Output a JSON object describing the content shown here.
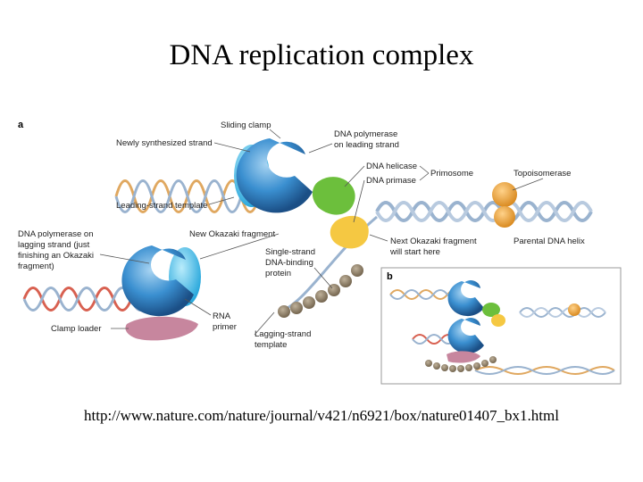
{
  "slide": {
    "title": "DNA replication complex",
    "url": "http://www.nature.com/nature/journal/v421/n6921/box/nature01407_bx1.html"
  },
  "figure": {
    "panel_a": "a",
    "panel_b": "b",
    "labels": {
      "sliding_clamp": "Sliding clamp",
      "newly_synthesized": "Newly synthesized strand",
      "pol_leading_1": "DNA polymerase",
      "pol_leading_2": "on leading strand",
      "helicase": "DNA helicase",
      "primase": "DNA primase",
      "primosome": "Primosome",
      "topoisomerase": "Topoisomerase",
      "leading_template": "Leading-strand template",
      "pol_lagging_1": "DNA polymerase on",
      "pol_lagging_2": "lagging strand (just",
      "pol_lagging_3": "finishing an Okazaki",
      "pol_lagging_4": "fragment)",
      "new_okazaki": "New Okazaki fragment",
      "next_okazaki_1": "Next Okazaki fragment",
      "next_okazaki_2": "will start here",
      "parental_helix": "Parental DNA helix",
      "ssb_1": "Single-strand",
      "ssb_2": "DNA-binding",
      "ssb_3": "protein",
      "clamp_loader": "Clamp loader",
      "rna_1": "RNA",
      "rna_2": "primer",
      "lagging_template_1": "Lagging-strand",
      "lagging_template_2": "template"
    },
    "colors": {
      "polymerase": "#3a8fd0",
      "helicase": "#6cbf3c",
      "primase": "#f5c842",
      "topoisomerase": "#e8a030",
      "clamp_loader": "#c7869e",
      "ssb": "#8a7a62",
      "dna_strand": "#9ab3cf",
      "new_strand": "#e0a860",
      "rna_primer": "#d86050"
    }
  }
}
